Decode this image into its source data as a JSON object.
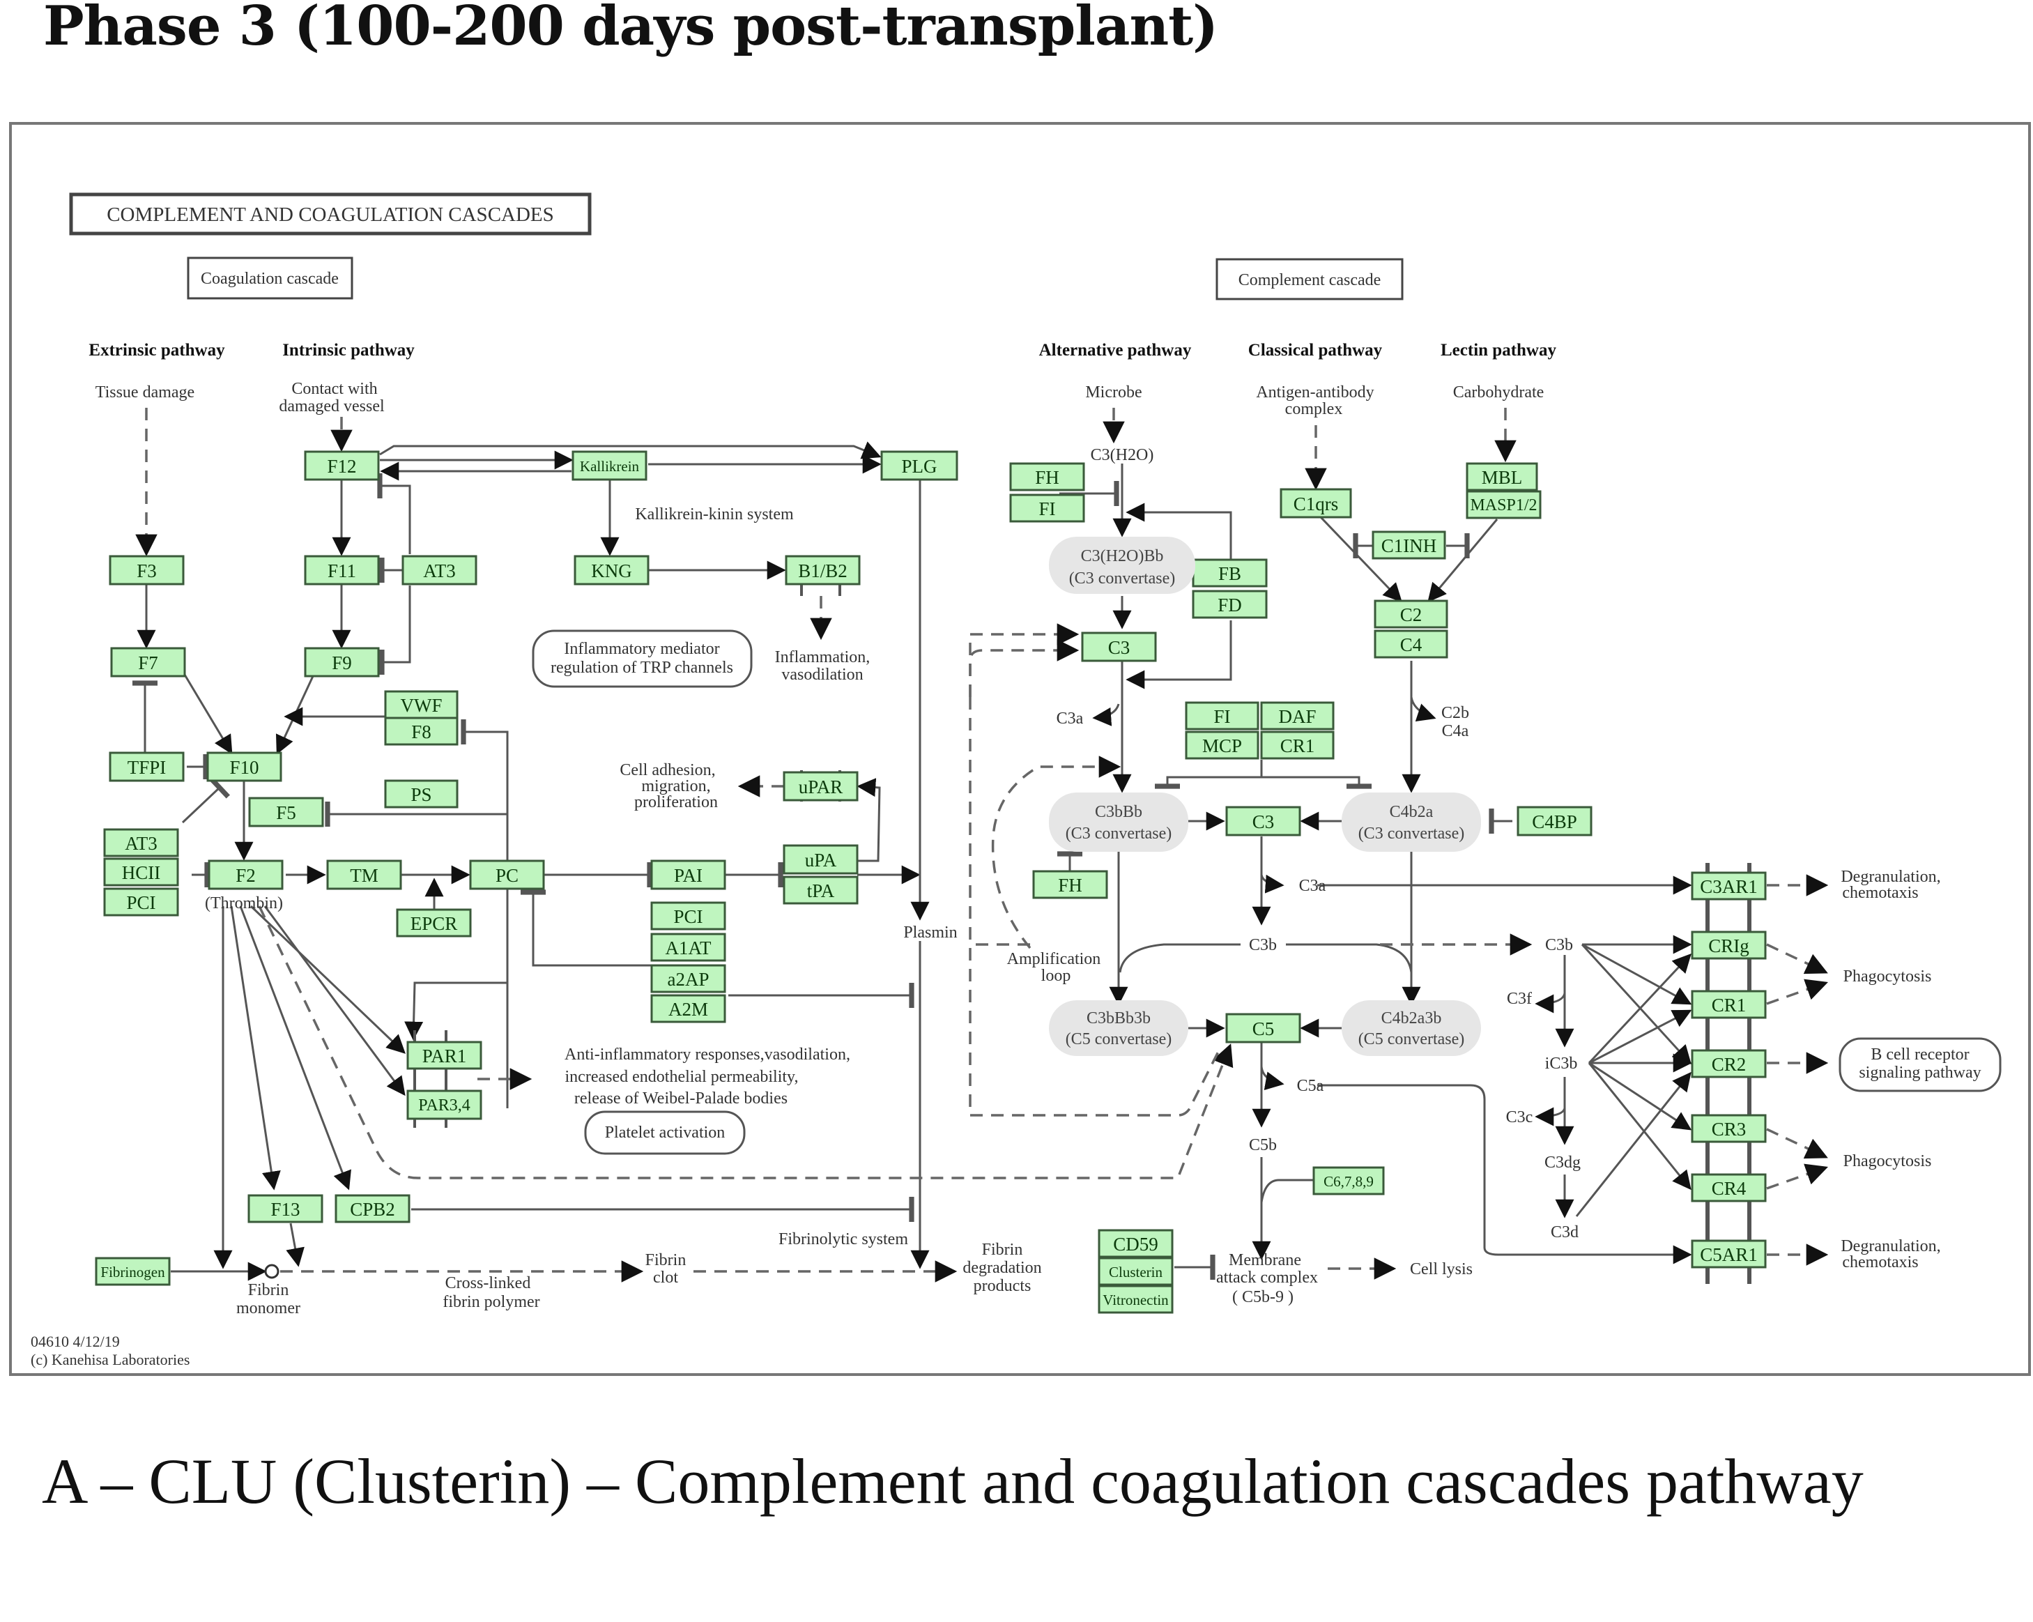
{
  "page": {
    "heading": "Phase 3 (100-200 days post-transplant)",
    "caption": "A – CLU (Clusterin) – Complement and coagulation cascades pathway"
  },
  "colors": {
    "gene_fill": "#bff5bf",
    "gene_border": "#3a5a3a",
    "complex_fill": "#e6e6e6",
    "frame": "#777777"
  },
  "diagram": {
    "title": "COMPLEMENT AND COAGULATION CASCADES",
    "sections": {
      "coagulation": "Coagulation cascade",
      "complement": "Complement cascade"
    },
    "pathway_headers": {
      "extrinsic": "Extrinsic pathway",
      "intrinsic": "Intrinsic pathway",
      "alternative": "Alternative pathway",
      "classical": "Classical pathway",
      "lectin": "Lectin pathway"
    },
    "triggers": {
      "tissue_damage": "Tissue damage",
      "contact_1": "Contact with",
      "contact_2": "damaged vessel",
      "microbe": "Microbe",
      "antigen_1": "Antigen-antibody",
      "antigen_2": "complex",
      "carbohydrate": "Carbohydrate"
    },
    "genes": {
      "F12": "F12",
      "Kallikrein": "Kallikrein",
      "PLG": "PLG",
      "F3": "F3",
      "F11": "F11",
      "AT3a": "AT3",
      "KNG": "KNG",
      "B1B2": "B1/B2",
      "F7": "F7",
      "F9": "F9",
      "VWF": "VWF",
      "F8": "F8",
      "TFPI": "TFPI",
      "F10": "F10",
      "PS": "PS",
      "F5": "F5",
      "AT3b": "AT3",
      "HCII": "HCII",
      "PCIa": "PCI",
      "F2": "F2",
      "TM": "TM",
      "PC": "PC",
      "EPCR": "EPCR",
      "PAI": "PAI",
      "uPA": "uPA",
      "tPA": "tPA",
      "uPAR": "uPAR",
      "PCIb": "PCI",
      "A1AT": "A1AT",
      "a2AP": "a2AP",
      "A2M": "A2M",
      "PAR1": "PAR1",
      "PAR34": "PAR3,4",
      "F13": "F13",
      "CPB2": "CPB2",
      "Fibrinogen": "Fibrinogen",
      "FH1": "FH",
      "FI1": "FI",
      "FB": "FB",
      "FD": "FD",
      "C3a_node": "C3",
      "C1qrs": "C1qrs",
      "MBL": "MBL",
      "MASP": "MASP1/2",
      "C1INH": "C1INH",
      "C2": "C2",
      "C4": "C4",
      "FI2": "FI",
      "DAF": "DAF",
      "MCP": "MCP",
      "CR1a": "CR1",
      "C3b_node": "C3",
      "C4BP": "C4BP",
      "FH2": "FH",
      "C5": "C5",
      "C6789": "C6,7,8,9",
      "CD59": "CD59",
      "Clusterin": "Clusterin",
      "Vitronectin": "Vitronectin",
      "C3AR1": "C3AR1",
      "CRIg": "CRIg",
      "CR1b": "CR1",
      "CR2": "CR2",
      "CR3": "CR3",
      "CR4": "CR4",
      "C5AR1": "C5AR1"
    },
    "complexes": {
      "c3h2obb_1": "C3(H2O)Bb",
      "c3h2obb_2": "(C3 convertase)",
      "c3bbb_1": "C3bBb",
      "c3bbb_2": "(C3 convertase)",
      "c4b2a_1": "C4b2a",
      "c4b2a_2": "(C3 convertase)",
      "c3bbb3b_1": "C3bBb3b",
      "c3bbb3b_2": "(C5 convertase)",
      "c4b2a3b_1": "C4b2a3b",
      "c4b2a3b_2": "(C5 convertase)"
    },
    "labels": {
      "kk_system": "Kallikrein-kinin system",
      "inflam_1": "Inflammation,",
      "inflam_2": "vasodilation",
      "cell_adh_1": "Cell adhesion,",
      "cell_adh_2": "migration,",
      "cell_adh_3": "proliferation",
      "thrombin": "(Thrombin)",
      "plasmin": "Plasmin",
      "anti_1": "Anti-inflammatory responses,vasodilation,",
      "anti_2": "increased endothelial permeability,",
      "anti_3": "release of Weibel-Palade bodies",
      "fibrinolytic": "Fibrinolytic system",
      "fibrin_monomer_1": "Fibrin",
      "fibrin_monomer_2": "monomer",
      "crosslinked_1": "Cross-linked",
      "crosslinked_2": "fibrin polymer",
      "fibrin_clot_1": "Fibrin",
      "fibrin_clot_2": "clot",
      "fdp_1": "Fibrin",
      "fdp_2": "degradation",
      "fdp_3": "products",
      "c3h2o": "C3(H2O)",
      "c3a_1": "C3a",
      "c3a_2": "C3a",
      "c2b": "C2b",
      "c4a": "C4a",
      "c3b_mid": "C3b",
      "c3b_right": "C3b",
      "amp_1": "Amplification",
      "amp_2": "loop",
      "c3f": "C3f",
      "ic3b": "iC3b",
      "c3c": "C3c",
      "c3dg": "C3dg",
      "c3d": "C3d",
      "c5a": "C5a",
      "c5b": "C5b",
      "mac_1": "Membrane",
      "mac_2": "attack complex",
      "mac_3": "( C5b-9 )",
      "cell_lysis": "Cell lysis",
      "degran_1a": "Degranulation,",
      "degran_1b": "chemotaxis",
      "phago_1": "Phagocytosis",
      "phago_2": "Phagocytosis",
      "degran_2a": "Degranulation,",
      "degran_2b": "chemotaxis"
    },
    "map_links": {
      "trp_1": "Inflammatory mediator",
      "trp_2": "regulation of TRP channels",
      "platelet": "Platelet activation",
      "bcr_1": "B cell receptor",
      "bcr_2": "signaling pathway"
    },
    "footer": {
      "id_date": "04610 4/12/19",
      "copyright": "(c) Kanehisa Laboratories"
    }
  }
}
